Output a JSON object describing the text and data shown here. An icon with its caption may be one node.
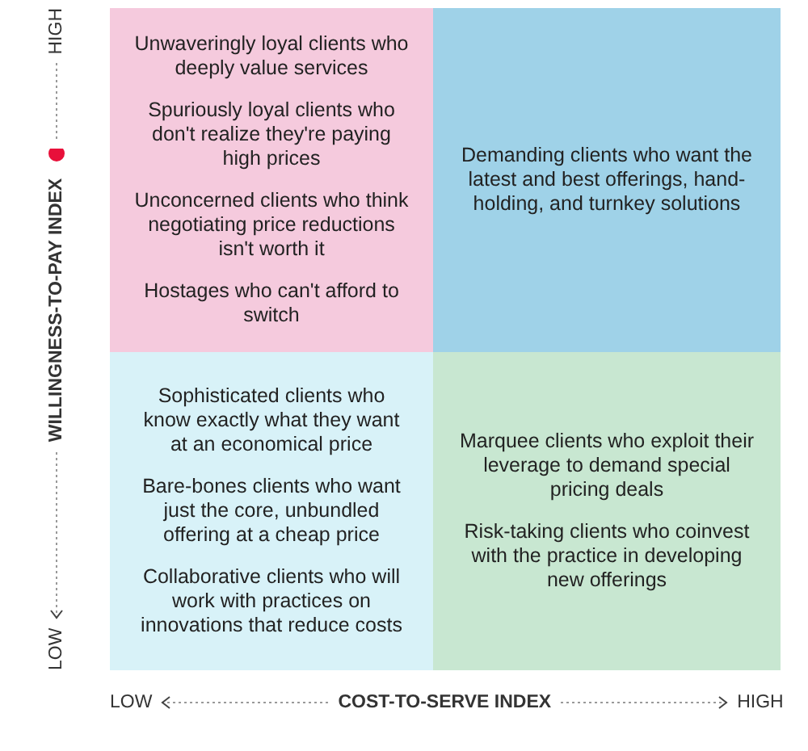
{
  "diagram": {
    "nodes": [
      {
        "text": [
          "Unwaveringly loyal clients who deeply value services",
          "Spuriously loyal clients who don't realize they're paying high prices",
          "Unconcerned clients who think negotiating price reductions isn't worth it",
          "Hostages who can't afford to switch"
        ]
      },
      {
        "text": [
          "Demanding clients who want the latest and best offerings, hand-holding, and turnkey solutions"
        ]
      },
      {
        "text": [
          "Sophisticated clients who know exactly what they want at an economical price",
          "Bare-bones clients who want just the core, unbundled offering at a cheap price",
          "Collaborative clients who will work with practices on innovations that reduce costs"
        ]
      },
      {
        "text": [
          "Marquee clients who exploit their leverage to demand special pricing deals",
          "Risk-taking clients who coinvest with the practice in developing new offerings"
        ]
      }
    ],
    "labels": [
      "HIGH",
      "WILLINGNESS-TO-PAY INDEX",
      "LOW",
      "LOW",
      "COST-TO-SERVE INDEX",
      "HIGH"
    ]
  }
}
